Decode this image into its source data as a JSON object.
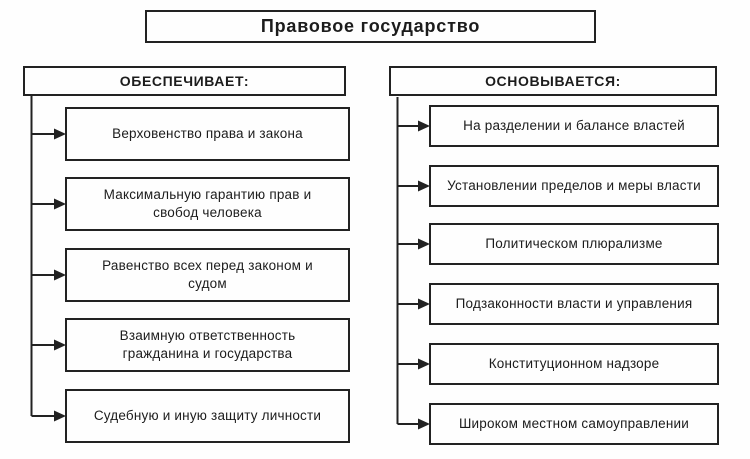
{
  "title": "Правовое государство",
  "columns": {
    "left": {
      "header": "ОБЕСПЕЧИВАЕТ:",
      "items": [
        "Верховенство права и закона",
        "Максимальную гарантию прав и свобод человека",
        "Равенство всех перед законом и судом",
        "Взаимную ответственность гражданина и государства",
        "Судебную и иную защиту личности"
      ]
    },
    "right": {
      "header": "ОСНОВЫВАЕТСЯ:",
      "items": [
        "На разделении и балансе властей",
        "Установлении пределов и меры власти",
        "Политическом плюрализме",
        "Подзаконности власти и управления",
        "Конституционном надзоре",
        "Широком местном самоуправлении"
      ]
    }
  },
  "colors": {
    "ink": "#222222",
    "background": "#fefefe"
  }
}
